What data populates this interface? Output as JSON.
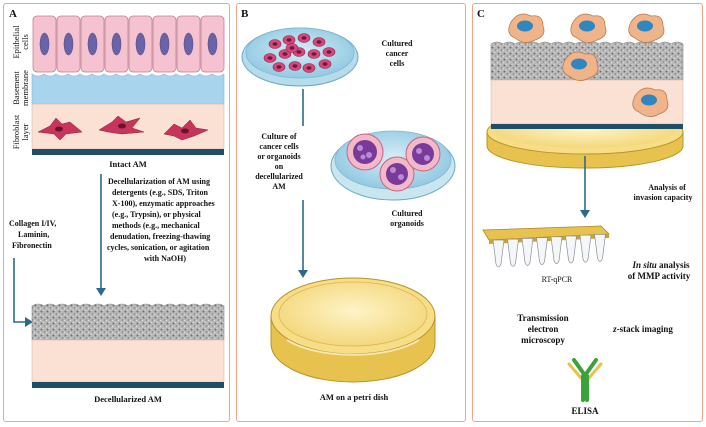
{
  "panel_a": {
    "letter": "A",
    "side_labels": {
      "epithelial": [
        "Epithelial",
        "cells"
      ],
      "basement": [
        "Basement",
        "membrane"
      ],
      "fibroblast": [
        "Fibroblast",
        "layer"
      ]
    },
    "intact_label": "Intact AM",
    "decell_text": [
      "Decellularization of AM using",
      "detergents (e.g., SDS, Triton",
      "X-100), enzymatic approaches",
      "(e.g., Trypsin), or physical",
      "methods (e.g., mechanical",
      "denudation, freezing-thawing",
      "cycles, sonication, or agitation",
      "with NaOH)"
    ],
    "coating_text": [
      "Collagen I/IV,",
      "Laminin,",
      "Fibronectin"
    ],
    "decell_label": "Decellularized AM"
  },
  "panel_b": {
    "letter": "B",
    "cultured_cells": [
      "Cultured",
      "cancer",
      "cells"
    ],
    "culture_text": [
      "Culture of",
      "cancer cells",
      "or organoids",
      "on",
      "decellularized",
      "AM"
    ],
    "cultured_organoids": [
      "Cultured",
      "organoids"
    ],
    "dish_label": "AM on a petri dish"
  },
  "panel_c": {
    "letter": "C",
    "invasion": [
      "Analysis of",
      "invasion capacity"
    ],
    "rtqpcr": "RT-qPCR",
    "mmp": [
      "In situ",
      " analysis",
      "of MMP activity"
    ],
    "tem": [
      "Transmission",
      "electron",
      "microscopy"
    ],
    "zstack": [
      "z",
      "-stack imaging"
    ],
    "elisa": "ELISA"
  }
}
